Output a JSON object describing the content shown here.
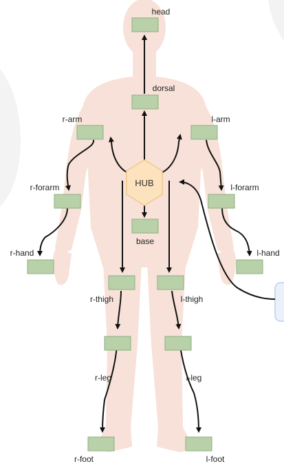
{
  "diagram": {
    "hub": {
      "label": "HUB"
    },
    "sensors": {
      "head": "head",
      "dorsal": "dorsal",
      "base": "base",
      "r_arm": "r-arm",
      "l_arm": "l-arm",
      "r_forarm": "r-forarm",
      "l_forarm": "l-forarm",
      "r_hand": "r-hand",
      "l_hand": "l-hand",
      "r_thigh": "r-thigh",
      "l_thigh": "l-thigh",
      "r_leg": "r-leg",
      "l_leg": "l-leg",
      "r_foot": "r-foot",
      "l_foot": "l-foot"
    },
    "colors": {
      "body_silhouette": "#f7e1d8",
      "sensor_fill": "#b9d1a9",
      "sensor_stroke": "#8fae80",
      "hub_fill": "#fde3bd",
      "hub_stroke": "#f0c88a",
      "arrow": "#111111",
      "device_fill": "#eaf1fb",
      "device_stroke": "#bcd0ea",
      "backdrop": "#f3f3f3"
    }
  }
}
